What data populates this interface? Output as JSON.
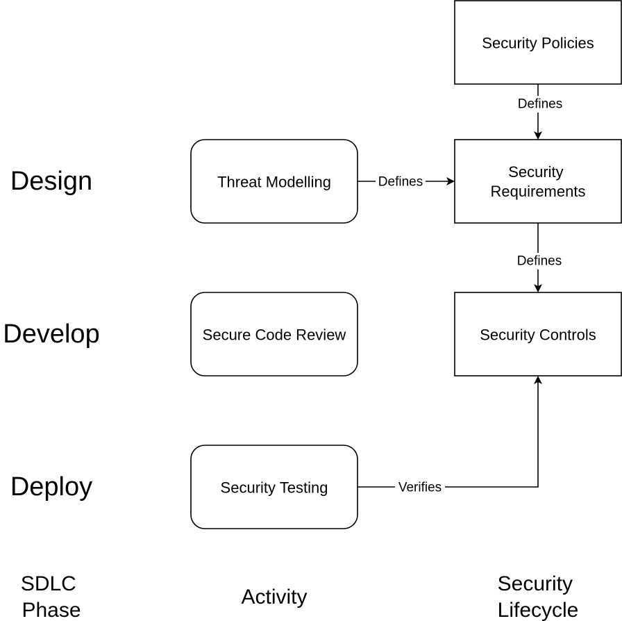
{
  "phases": {
    "design": "Design",
    "develop": "Develop",
    "deploy": "Deploy"
  },
  "activities": {
    "threat_modelling": "Threat Modelling",
    "secure_code_review": "Secure Code Review",
    "security_testing": "Security Testing"
  },
  "lifecycle": {
    "security_policies": "Security Policies",
    "security_requirements": [
      "Security",
      "Requirements"
    ],
    "security_controls": "Security Controls"
  },
  "edges": {
    "policies_to_requirements": "Defines",
    "threat_to_requirements": "Defines",
    "requirements_to_controls": "Defines",
    "testing_to_controls": "Verifies"
  },
  "columns": {
    "sdlc_phase": [
      "SDLC",
      "Phase"
    ],
    "activity": "Activity",
    "security_lifecycle": [
      "Security",
      "Lifecycle"
    ]
  },
  "colors": {
    "stroke": "#000000",
    "background": "#ffffff",
    "text": "#000000"
  }
}
